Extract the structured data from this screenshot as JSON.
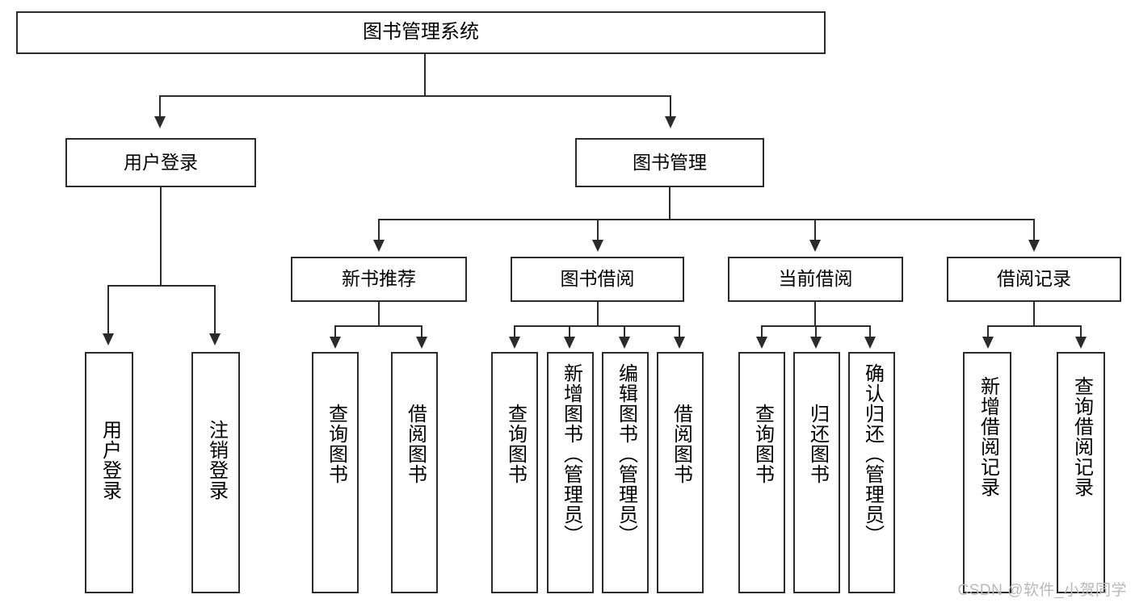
{
  "diagram": {
    "title": "图书管理系统",
    "type": "hierarchy-tree",
    "root": {
      "id": "root",
      "label": "图书管理系统"
    },
    "level2": [
      {
        "id": "user-login",
        "label": "用户登录"
      },
      {
        "id": "book-manage",
        "label": "图书管理"
      }
    ],
    "level3": [
      {
        "id": "new-book-recommend",
        "label": "新书推荐"
      },
      {
        "id": "book-borrow",
        "label": "图书借阅"
      },
      {
        "id": "current-borrow",
        "label": "当前借阅"
      },
      {
        "id": "borrow-record",
        "label": "借阅记录"
      }
    ],
    "leaves": {
      "user_login": [
        {
          "id": "leaf-user-login",
          "label": "用户登录"
        },
        {
          "id": "leaf-logout-login",
          "label": "注销登录"
        }
      ],
      "new_book_recommend": [
        {
          "id": "leaf-query-book-1",
          "label": "查询图书"
        },
        {
          "id": "leaf-borrow-book-1",
          "label": "借阅图书"
        }
      ],
      "book_borrow": [
        {
          "id": "leaf-query-book-2",
          "label": "查询图书"
        },
        {
          "id": "leaf-add-book",
          "label": "新增图书（管理员）"
        },
        {
          "id": "leaf-edit-book",
          "label": "编辑图书（管理员）"
        },
        {
          "id": "leaf-borrow-book-2",
          "label": "借阅图书"
        }
      ],
      "current_borrow": [
        {
          "id": "leaf-query-book-3",
          "label": "查询图书"
        },
        {
          "id": "leaf-return-book",
          "label": "归还图书"
        },
        {
          "id": "leaf-confirm-return",
          "label": "确认归还（管理员）"
        }
      ],
      "borrow_record": [
        {
          "id": "leaf-add-record",
          "label": "新增借阅记录"
        },
        {
          "id": "leaf-query-record",
          "label": "查询借阅记录"
        }
      ]
    }
  },
  "watermark": {
    "text": "CSDN @软件_小贺同学"
  },
  "colors": {
    "stroke": "#2b2b2b",
    "background": "#ffffff",
    "text": "#000000",
    "watermark": "#b9b9b9"
  }
}
